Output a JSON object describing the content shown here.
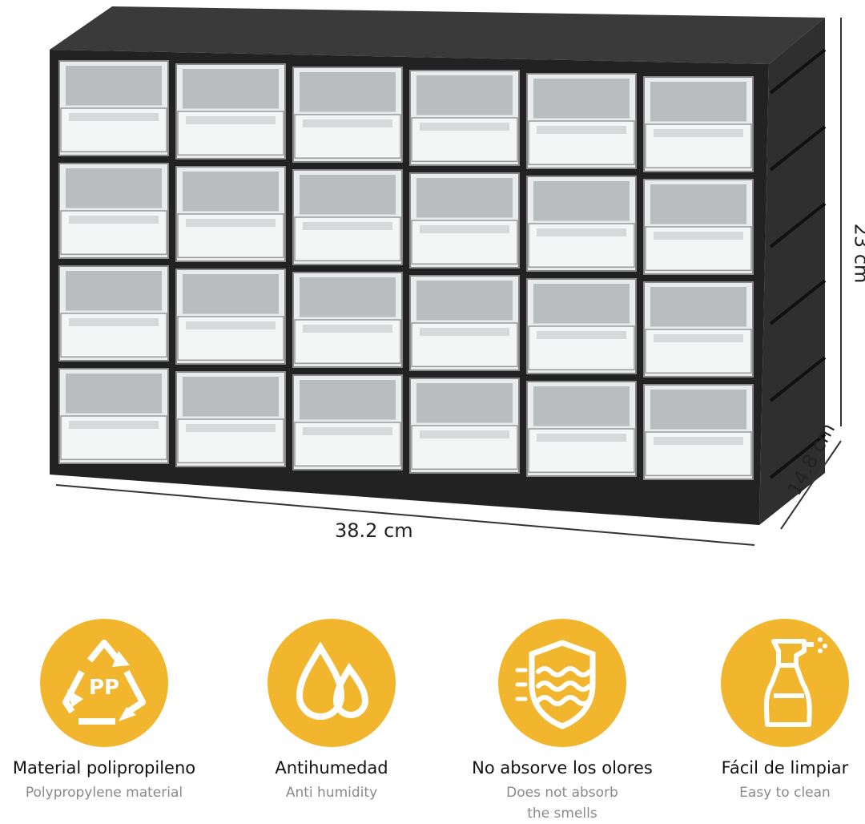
{
  "dimensions": {
    "width": "38.2 cm",
    "height": "23 cm",
    "depth": "14.8 cm"
  },
  "product": {
    "drawer_rows": 4,
    "drawer_cols": 6,
    "body_color": "#2a2a2a",
    "drawer_color": "#e9ecec"
  },
  "features": [
    {
      "icon": "recycle-pp-icon",
      "badge_text": "PP",
      "title": "Material  polipropileno",
      "subtitle": "Polypropylene material"
    },
    {
      "icon": "water-drops-icon",
      "title": "Antihumedad",
      "subtitle": "Anti humidity"
    },
    {
      "icon": "odor-shield-icon",
      "title": "No absorve los olores",
      "subtitle_line1": "Does not absorb",
      "subtitle_line2": "the smells"
    },
    {
      "icon": "spray-bottle-icon",
      "title": "Fácil de limpiar",
      "subtitle": "Easy to clean"
    }
  ],
  "colors": {
    "accent": "#f1b62d",
    "text": "#111111",
    "subtext": "#8a8a8a"
  }
}
